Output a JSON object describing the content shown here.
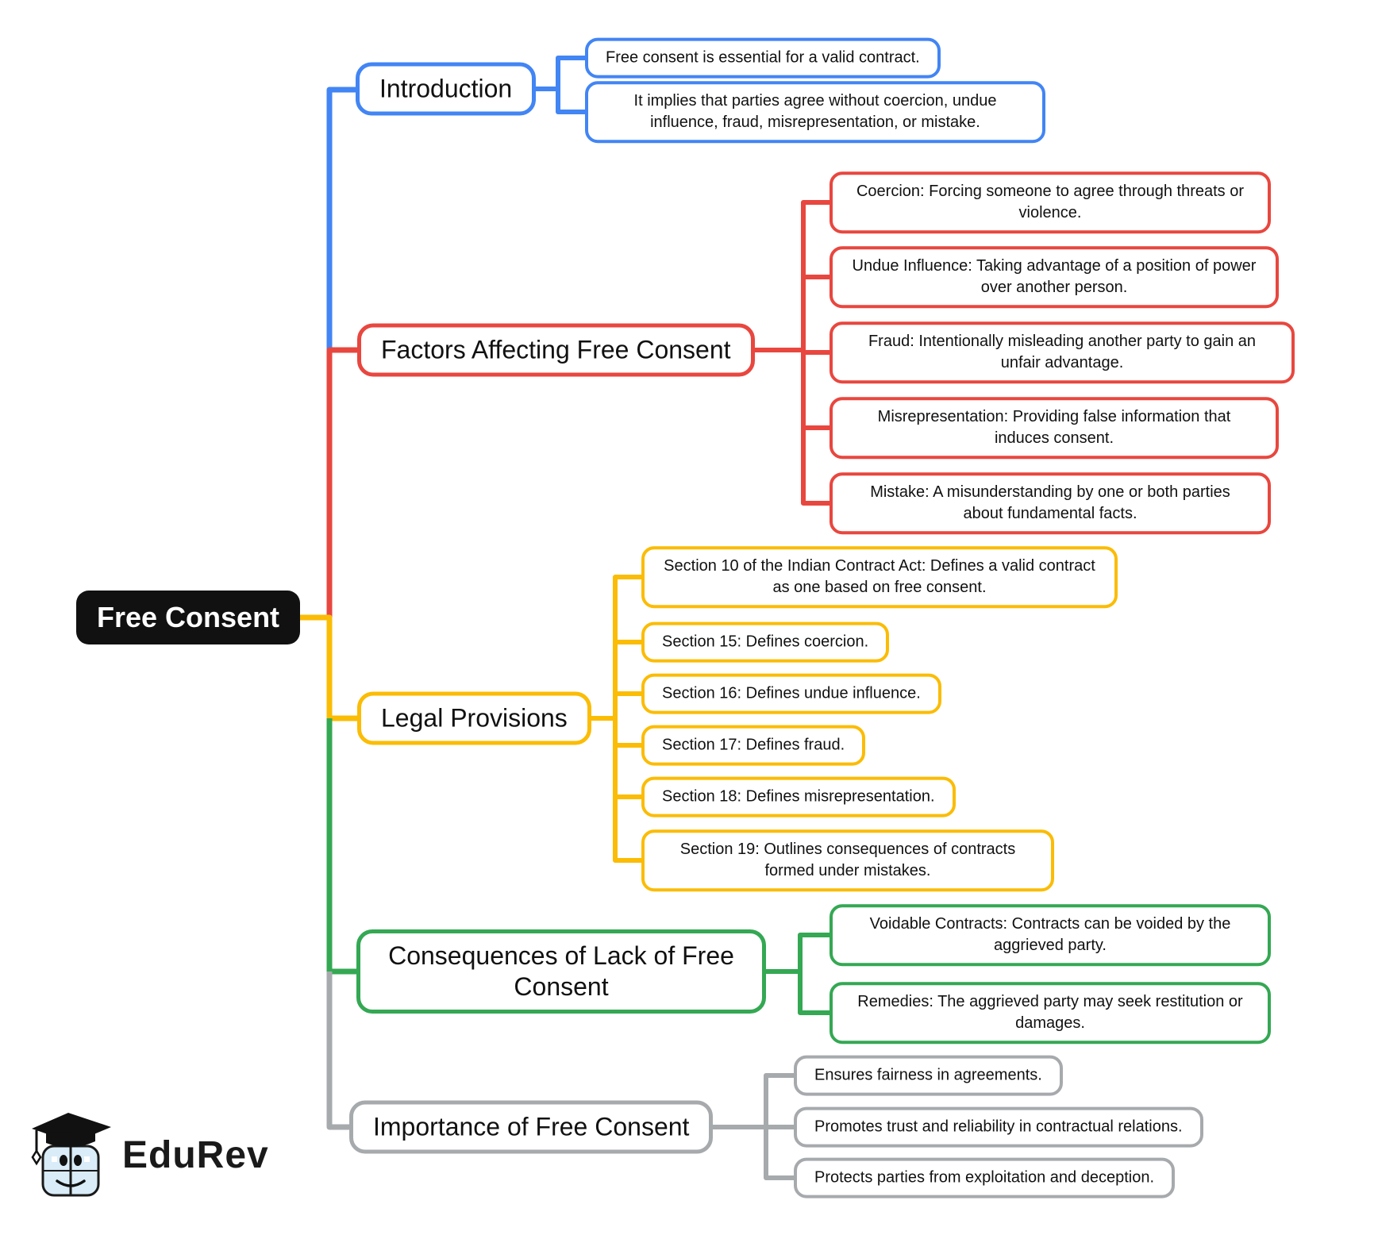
{
  "root": {
    "label": "Free Consent",
    "bg_color": "#111111",
    "text_color": "#ffffff"
  },
  "branches": [
    {
      "id": "introduction",
      "label": "Introduction",
      "color": "#4285F4",
      "children": [
        {
          "label": "Free consent is essential for a valid contract."
        },
        {
          "label": "It implies that parties agree without coercion, undue influence, fraud, misrepresentation, or mistake."
        }
      ]
    },
    {
      "id": "factors",
      "label": "Factors Affecting Free Consent",
      "color": "#E8473F",
      "children": [
        {
          "label": "Coercion: Forcing someone to agree through threats or violence."
        },
        {
          "label": "Undue Influence: Taking advantage of a position of power over another person."
        },
        {
          "label": "Fraud: Intentionally misleading another party to gain an unfair advantage."
        },
        {
          "label": "Misrepresentation: Providing false information that induces consent."
        },
        {
          "label": "Mistake: A misunderstanding by one or both parties about fundamental facts."
        }
      ]
    },
    {
      "id": "legal-provisions",
      "label": "Legal Provisions",
      "color": "#FBBC05",
      "children": [
        {
          "label": "Section 10 of the Indian Contract Act: Defines a valid contract as one based on free consent."
        },
        {
          "label": "Section 15: Defines coercion."
        },
        {
          "label": "Section 16: Defines undue influence."
        },
        {
          "label": "Section 17: Defines fraud."
        },
        {
          "label": "Section 18: Defines misrepresentation."
        },
        {
          "label": "Section 19: Outlines consequences of contracts formed under mistakes."
        }
      ]
    },
    {
      "id": "consequences",
      "label": "Consequences of Lack of Free Consent",
      "color": "#34A853",
      "children": [
        {
          "label": "Voidable Contracts: Contracts can be voided by the aggrieved party."
        },
        {
          "label": "Remedies: The aggrieved party may seek restitution or damages."
        }
      ]
    },
    {
      "id": "importance",
      "label": "Importance of Free Consent",
      "color": "#A7AAAD",
      "children": [
        {
          "label": "Ensures fairness in agreements."
        },
        {
          "label": "Promotes trust and reliability in contractual relations."
        },
        {
          "label": "Protects parties from exploitation and deception."
        }
      ]
    }
  ],
  "logo": {
    "brand": "EduRev"
  }
}
